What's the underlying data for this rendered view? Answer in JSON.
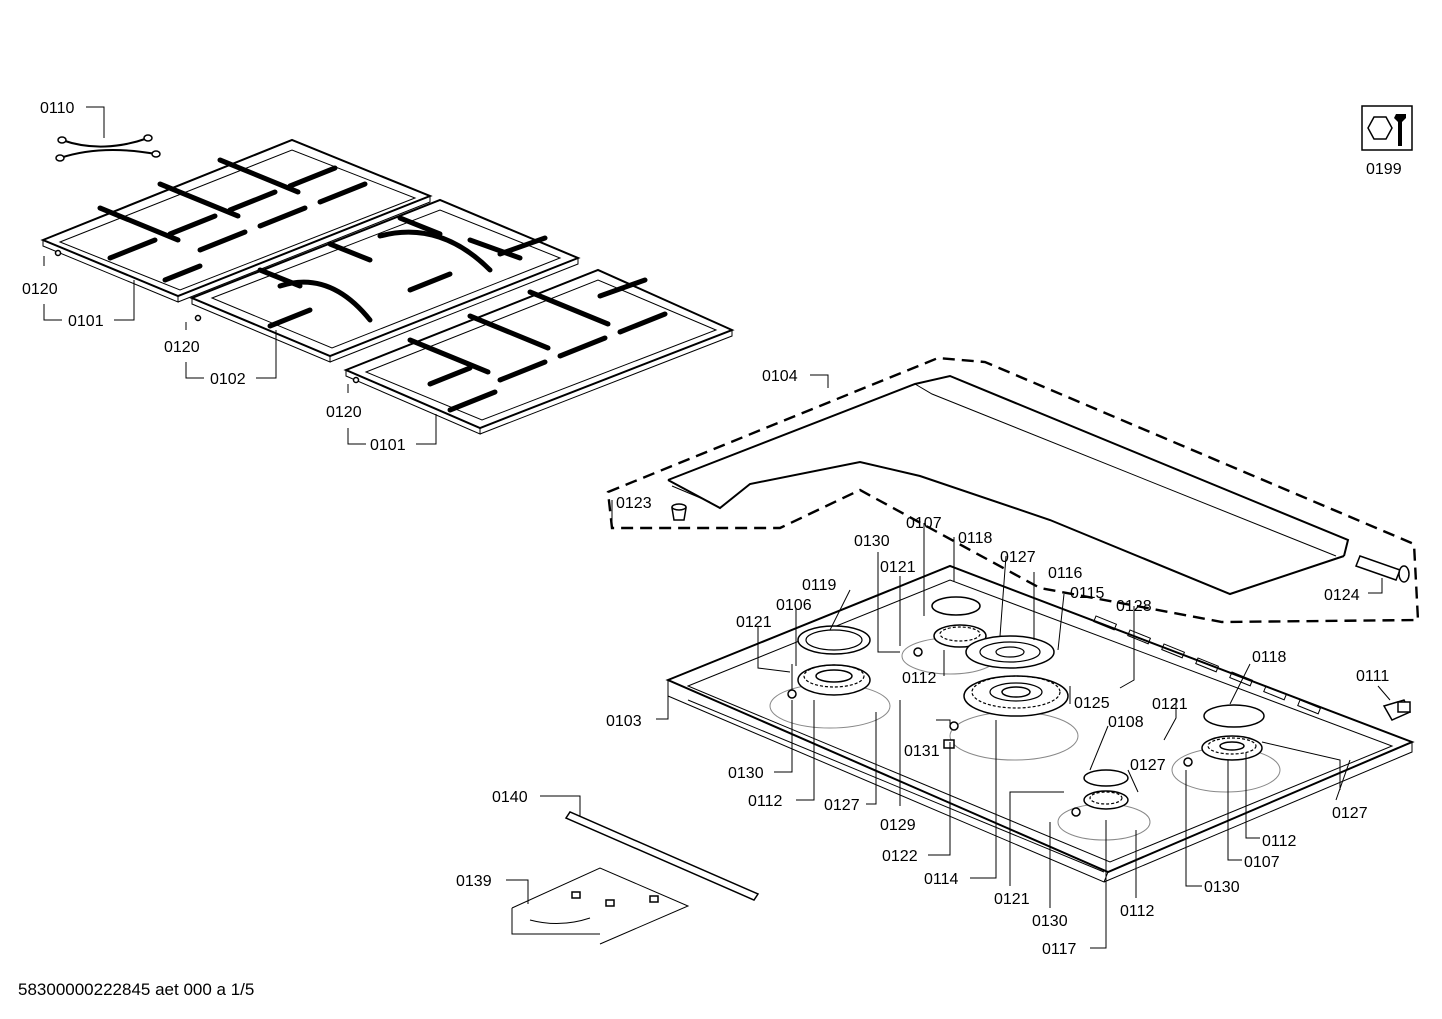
{
  "footer": {
    "document_id": "58300000222845 aet 000 a 1/5"
  },
  "labels": {
    "p0110": "0110",
    "p0120a": "0120",
    "p0101a": "0101",
    "p0120b": "0120",
    "p0102": "0102",
    "p0120c": "0120",
    "p0101b": "0101",
    "p0199": "0199",
    "p0104": "0104",
    "p0123": "0123",
    "p0124": "0124",
    "p0130a": "0130",
    "p0107a": "0107",
    "p0118a": "0118",
    "p0127a": "0127",
    "p0116": "0116",
    "p0115": "0115",
    "p0128": "0128",
    "p0121a": "0121",
    "p0119": "0119",
    "p0106": "0106",
    "p0121b": "0121",
    "p0112a": "0112",
    "p0125": "0125",
    "p0121c": "0121",
    "p0118b": "0118",
    "p0111": "0111",
    "p0103": "0103",
    "p0108": "0108",
    "p0131": "0131",
    "p0127b": "0127",
    "p0130b": "0130",
    "p0112b": "0112",
    "p0127c": "0127",
    "p0129": "0129",
    "p0122": "0122",
    "p0114": "0114",
    "p0121d": "0121",
    "p0130c": "0130",
    "p0117": "0117",
    "p0112c": "0112",
    "p0130d": "0130",
    "p0112d": "0112",
    "p0107b": "0107",
    "p0127d": "0127",
    "p0140": "0140",
    "p0139": "0139"
  }
}
